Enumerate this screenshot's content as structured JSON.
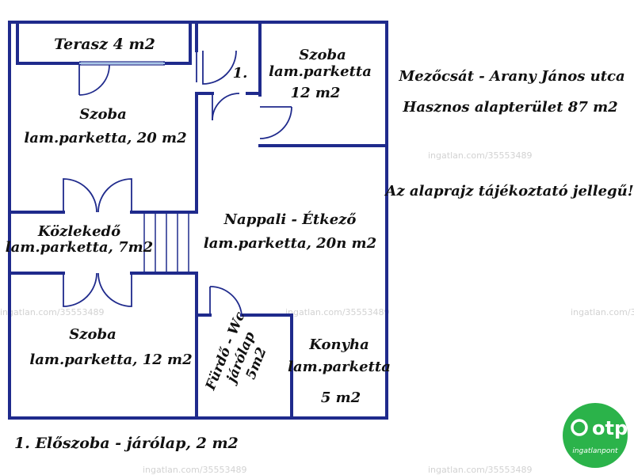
{
  "rooms": {
    "terrace": "Terasz 4 m2",
    "room_top_left": {
      "name": "Szoba",
      "detail": "lam.parketta, 20 m2"
    },
    "room_top_right": {
      "name": "Szoba",
      "floor": "lam.parketta",
      "area": "12 m2"
    },
    "hallway_marker": "1.",
    "corridor": {
      "name": "Közlekedő",
      "detail": "lam.parketta, 7m2"
    },
    "living": {
      "name": "Nappali - Étkező",
      "detail": "lam.parketta, 20n m2"
    },
    "room_bottom_left": {
      "name": "Szoba",
      "detail": "lam.parketta, 12 m2"
    },
    "bathroom": {
      "name": "Fürdő - Wc",
      "floor": "járólap",
      "area": "5m2"
    },
    "kitchen": {
      "name": "Konyha",
      "floor": "lam.parketta",
      "area": "5 m2"
    }
  },
  "info": {
    "address": "Mezőcsát - Arany János utca",
    "area": "Hasznos alapterület 87 m2",
    "disclaimer": "Az alaprajz tájékoztató jellegű!"
  },
  "legend": "1. Előszoba - járólap, 2 m2",
  "watermark": "ingatlan.com/35553489",
  "logo": {
    "brand": "otp",
    "sub": "ingatlanpont"
  },
  "colors": {
    "wall": "#1f2a8c",
    "logo_green": "#2bb34a"
  }
}
